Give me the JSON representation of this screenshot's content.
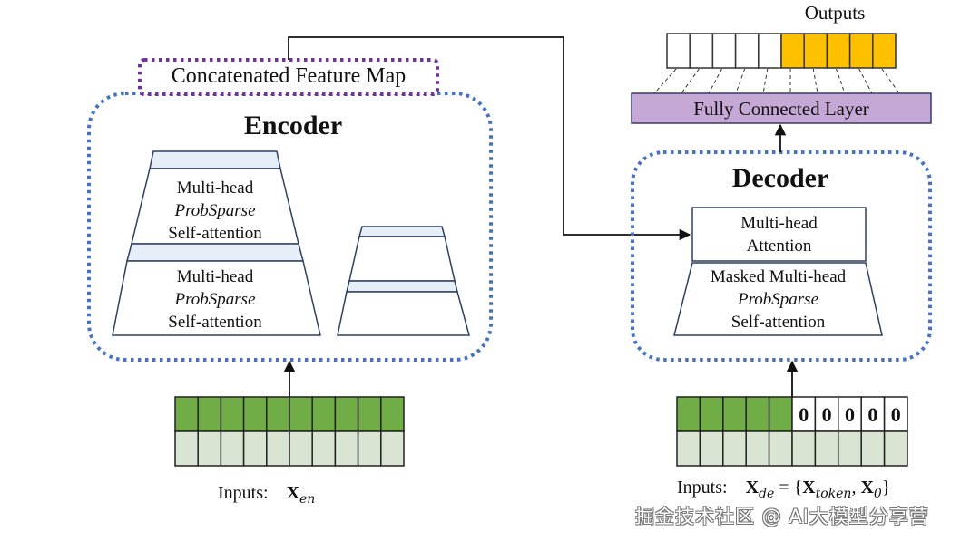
{
  "diagram": {
    "title": "Informer Encoder-Decoder Architecture",
    "colors": {
      "encoder_border": "#4472c4",
      "concat_border": "#7030a0",
      "fc_fill": "#c5a8d6",
      "fc_border": "#3a3a6a",
      "output_filled": "#ffc000",
      "input_dark": "#70ad47",
      "input_light": "#d9e4d2",
      "stack_band": "#e6eef8",
      "stack_border": "#2f3f5f"
    },
    "concat": {
      "label": "Concatenated Feature Map"
    },
    "encoder": {
      "title": "Encoder",
      "stack_main": {
        "layer1": {
          "line1": "Multi-head",
          "line2": "ProbSparse",
          "line3": "Self-attention"
        },
        "layer2": {
          "line1": "Multi-head",
          "line2": "ProbSparse",
          "line3": "Self-attention"
        }
      }
    },
    "decoder": {
      "title": "Decoder",
      "attention": {
        "line1": "Multi-head",
        "line2": "Attention"
      },
      "masked": {
        "line1": "Masked Multi-head",
        "line2": "ProbSparse",
        "line3": "Self-attention"
      }
    },
    "fc": {
      "label": "Fully Connected Layer"
    },
    "outputs": {
      "label": "Outputs",
      "cells": [
        "empty",
        "empty",
        "empty",
        "empty",
        "empty",
        "filled",
        "filled",
        "filled",
        "filled",
        "filled"
      ]
    },
    "encoder_input": {
      "label": "Inputs:",
      "symbol": "X",
      "subscript": "en",
      "cells": 10
    },
    "decoder_input": {
      "label": "Inputs:",
      "symbol": "X",
      "subscript": "de",
      "equals": "= {",
      "token_symbol": "X",
      "token_subscript": "token",
      "comma": ",",
      "zero_symbol": "X",
      "zero_subscript": "0",
      "close": "}",
      "cells": [
        "token",
        "token",
        "token",
        "token",
        "token",
        "0",
        "0",
        "0",
        "0",
        "0"
      ]
    },
    "watermark": "掘金技术社区 @ AI大模型分享营"
  }
}
